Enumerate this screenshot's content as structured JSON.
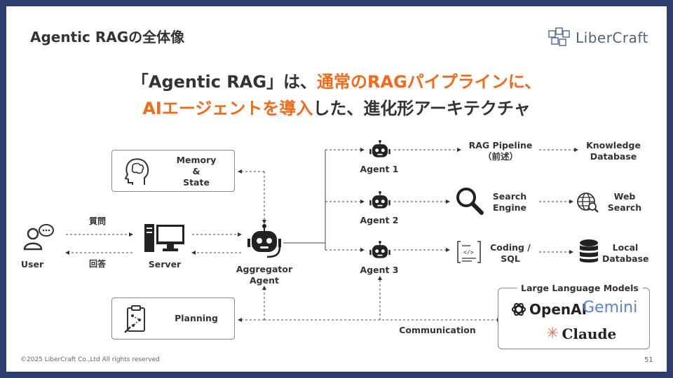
{
  "page_title": "Agentic RAGの全体像",
  "logo_text": "LiberCraft",
  "headline": {
    "line1_a": "「Agentic RAG」は、",
    "line1_b": "通常のRAGパイプラインに、",
    "line2_a": "AIエージェントを導入",
    "line2_b": "した、進化形アーキテクチャ"
  },
  "nodes": {
    "memory": "Memory\n&\nState",
    "planning": "Planning",
    "user": "User",
    "server": "Server",
    "aggregator": "Aggregator\nAgent",
    "agent1": "Agent 1",
    "agent2": "Agent 2",
    "agent3": "Agent 3",
    "rag_pipeline": "RAG Pipeline\n（前述）",
    "knowledge_db": "Knowledge\nDatabase",
    "search_engine": "Search\nEngine",
    "web_search": "Web\nSearch",
    "coding_sql": "Coding /\nSQL",
    "local_db": "Local\nDatabase"
  },
  "edges": {
    "question": "質問",
    "answer": "回答",
    "communication": "Communication"
  },
  "llm": {
    "title": "Large Language Models",
    "openai": "OpenAI",
    "gemini": "Gemini",
    "claude": "Claude"
  },
  "colors": {
    "accent": "#f06a1a",
    "frame": "#2d3e6e",
    "text": "#333333"
  },
  "footer": "©2025 LiberCraft Co.,Ltd All rights reserved",
  "page_number": "51"
}
